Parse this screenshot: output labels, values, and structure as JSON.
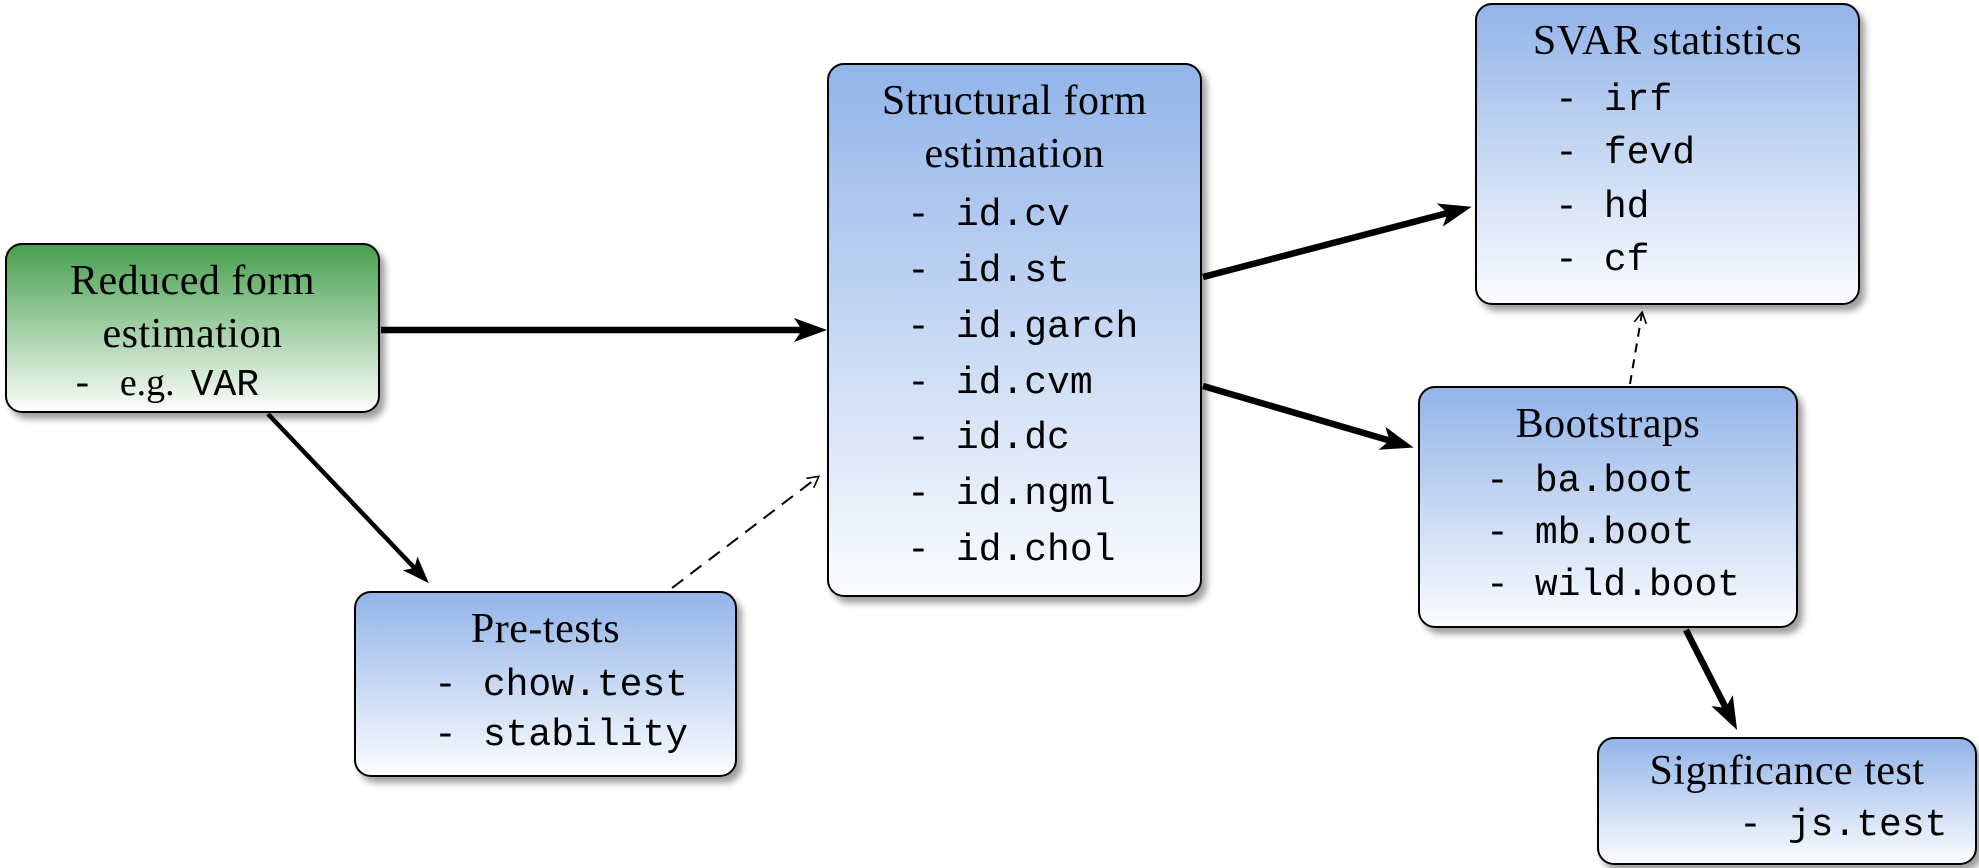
{
  "ui": {
    "bullet": "-"
  },
  "nodes": {
    "reduced": {
      "title": [
        "Reduced form",
        "estimation"
      ],
      "items": [
        {
          "pre": "e.g.",
          "code": "VAR"
        }
      ]
    },
    "pretests": {
      "title": [
        "Pre-tests"
      ],
      "items": [
        {
          "code": "chow.test"
        },
        {
          "code": "stability"
        }
      ]
    },
    "structural": {
      "title": [
        "Structural form",
        "estimation"
      ],
      "items": [
        {
          "code": "id.cv"
        },
        {
          "code": "id.st"
        },
        {
          "code": "id.garch"
        },
        {
          "code": "id.cvm"
        },
        {
          "code": "id.dc"
        },
        {
          "code": "id.ngml"
        },
        {
          "code": "id.chol"
        }
      ]
    },
    "svar": {
      "title": [
        "SVAR statistics"
      ],
      "items": [
        {
          "code": "irf"
        },
        {
          "code": "fevd"
        },
        {
          "code": "hd"
        },
        {
          "code": "cf"
        }
      ]
    },
    "bootstraps": {
      "title": [
        "Bootstraps"
      ],
      "items": [
        {
          "code": "ba.boot"
        },
        {
          "code": "mb.boot"
        },
        {
          "code": "wild.boot"
        }
      ]
    },
    "significance": {
      "title": [
        "Signficance test"
      ],
      "items": [
        {
          "code": "js.test"
        }
      ]
    }
  },
  "edges": [
    {
      "from": "reduced-form-estimation",
      "to": "structural-form-estimation",
      "style": "solid-thick"
    },
    {
      "from": "reduced-form-estimation",
      "to": "pre-tests",
      "style": "solid"
    },
    {
      "from": "pre-tests",
      "to": "structural-form-estimation",
      "style": "dashed"
    },
    {
      "from": "structural-form-estimation",
      "to": "svar-statistics",
      "style": "solid-thick"
    },
    {
      "from": "structural-form-estimation",
      "to": "bootstraps",
      "style": "solid-thick"
    },
    {
      "from": "bootstraps",
      "to": "svar-statistics",
      "style": "dashed"
    },
    {
      "from": "bootstraps",
      "to": "significance-test",
      "style": "solid-thick"
    }
  ],
  "colors": {
    "green_node_top": "#47a04e",
    "blue_node_top": "#92b4e9",
    "node_bottom": "#fbfcfe",
    "border": "#000000",
    "arrow": "#000000",
    "background": "#ffffff"
  }
}
